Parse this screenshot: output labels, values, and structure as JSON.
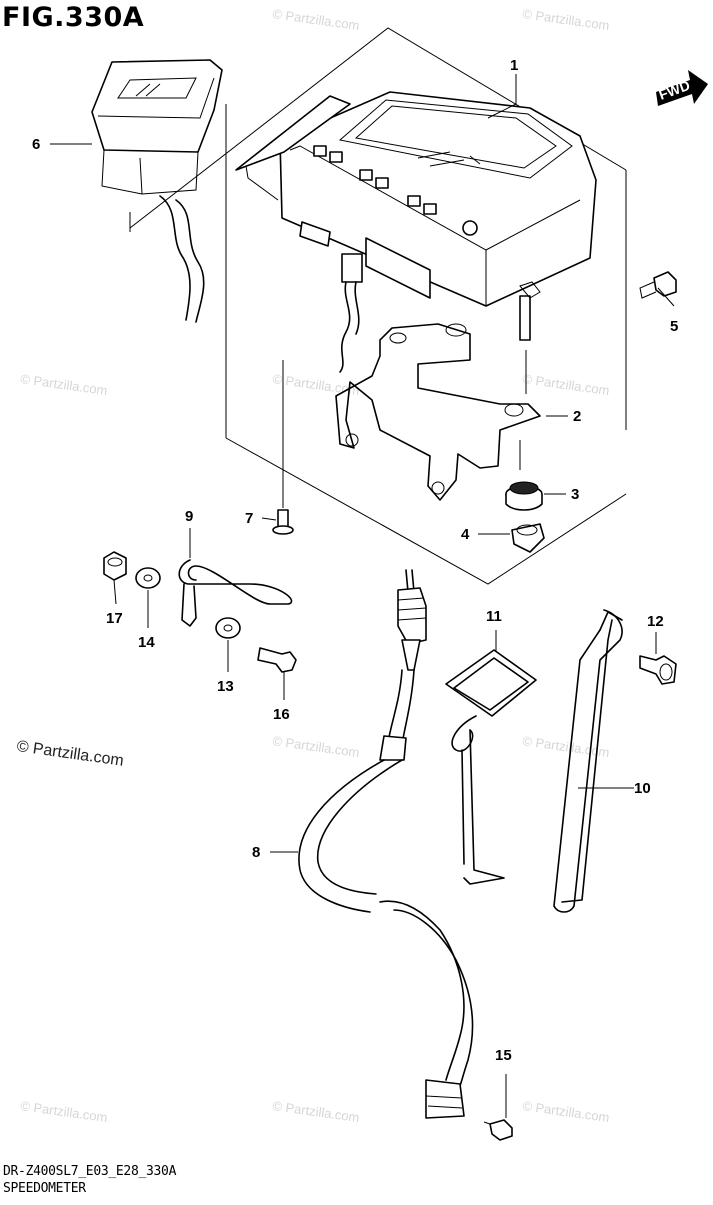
{
  "figure": {
    "title": "FIG.330A",
    "model_code": "DR-Z400SL7_E03_E28_330A",
    "name": "SPEEDOMETER",
    "direction_label": "FWD"
  },
  "watermark": {
    "text": "© Partzilla.com"
  },
  "parts": [
    {
      "id": "1"
    },
    {
      "id": "2"
    },
    {
      "id": "3"
    },
    {
      "id": "4"
    },
    {
      "id": "5"
    },
    {
      "id": "6"
    },
    {
      "id": "7"
    },
    {
      "id": "8"
    },
    {
      "id": "9"
    },
    {
      "id": "10"
    },
    {
      "id": "11"
    },
    {
      "id": "12"
    },
    {
      "id": "13"
    },
    {
      "id": "14"
    },
    {
      "id": "15"
    },
    {
      "id": "16"
    },
    {
      "id": "17"
    }
  ]
}
